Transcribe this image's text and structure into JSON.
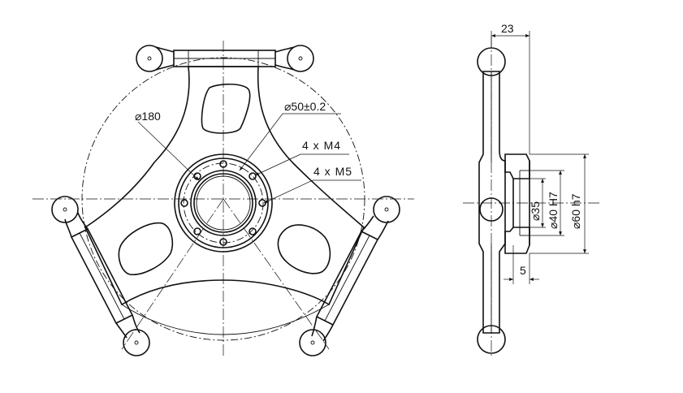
{
  "front_view": {
    "dim_outer_circle": "⌀180",
    "dim_bolt_circle": "⌀50±0.2",
    "callout_m4": "4 x M4",
    "callout_m5": "4 x M5"
  },
  "side_view": {
    "dim_width": "23",
    "dim_bore": "⌀35",
    "dim_h7": "⌀40 H7",
    "dim_h7_outer": "⌀60 h7",
    "dim_boss": "5"
  }
}
